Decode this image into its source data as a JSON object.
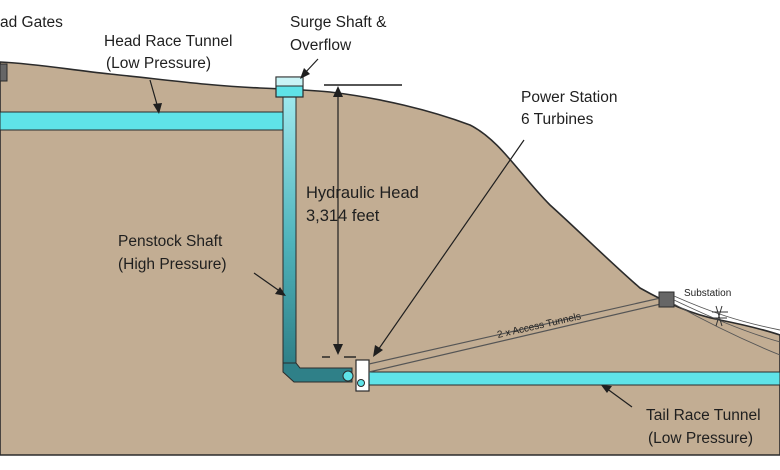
{
  "labels": {
    "head_gates": "ad Gates",
    "head_race_1": "Head Race Tunnel",
    "head_race_2": "(Low Pressure)",
    "surge_1": "Surge Shaft &",
    "surge_2": "Overflow",
    "power_1": "Power Station",
    "power_2": "6 Turbines",
    "hydraulic_1": "Hydraulic Head",
    "hydraulic_2": "3,314 feet",
    "penstock_1": "Penstock Shaft",
    "penstock_2": "(High Pressure)",
    "substation": "Substation",
    "access": "2 x Access Tunnels",
    "tail_1": "Tail Race Tunnel",
    "tail_2": "(Low Pressure)"
  },
  "colors": {
    "ground": "#c2ad93",
    "water": "#5fe3e8",
    "water_dark": "#3d9ea6",
    "outline": "#2b2b2b",
    "structure": "#666666"
  }
}
